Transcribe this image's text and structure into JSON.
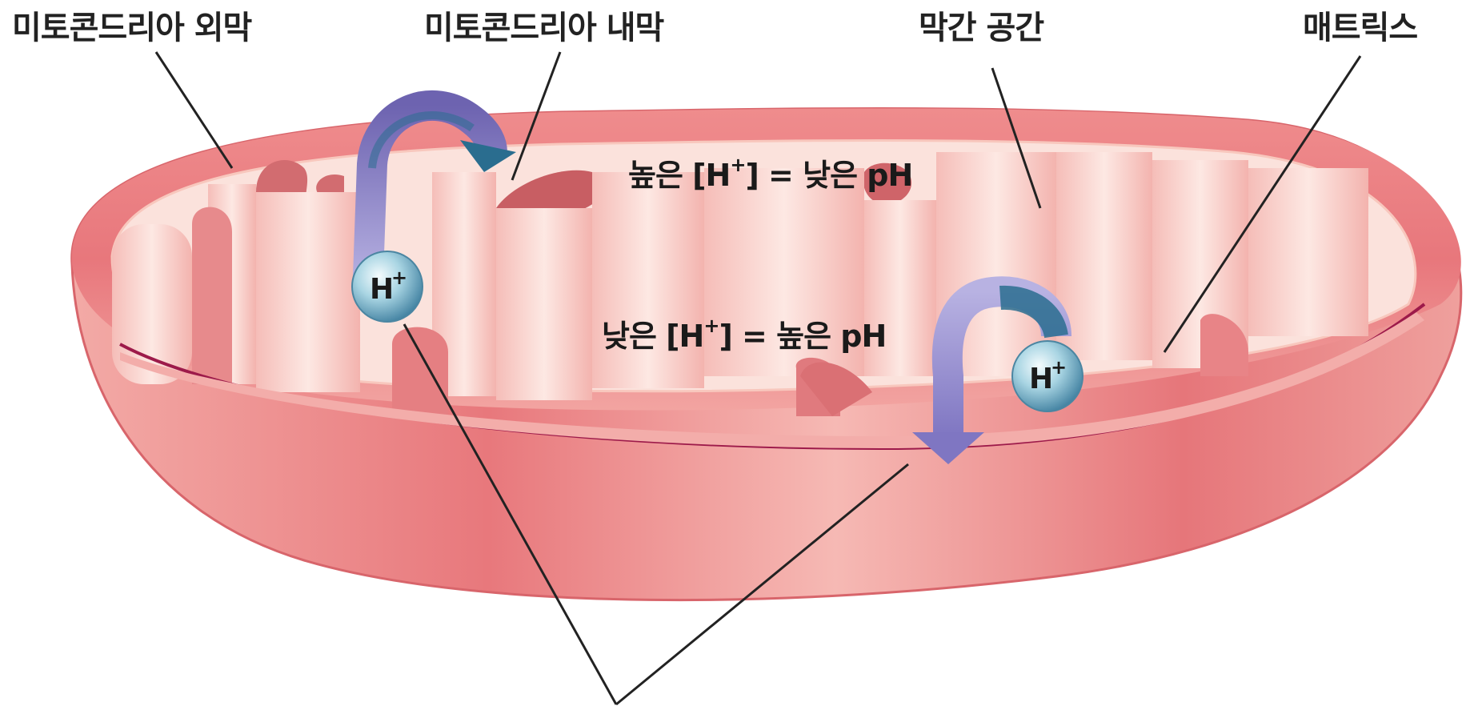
{
  "labels": {
    "outer_membrane": "미토콘드리아 외막",
    "inner_membrane": "미토콘드리아 내막",
    "intermembrane_space": "막간 공간",
    "matrix": "매트릭스"
  },
  "ion": {
    "symbol": "H",
    "charge": "+"
  },
  "regions": {
    "high": {
      "prefix": "높은 [H",
      "suffix": "] = 낮은 pH"
    },
    "low": {
      "prefix": "낮은 [H",
      "suffix": "] = 높은 pH"
    }
  },
  "colors": {
    "outer_membrane": "#e8777c",
    "rim": "#f0a3a2",
    "inner_surface": "#fbe2dc",
    "cristae_shadow": "#d26c70",
    "cristae_front": "#f4b3b0",
    "arrow_purple": "#9a8fd0",
    "arrow_blue": "#2a6d8f",
    "ion_sphere": "#8ec3d6",
    "membrane_line": "#9d1a4a"
  }
}
